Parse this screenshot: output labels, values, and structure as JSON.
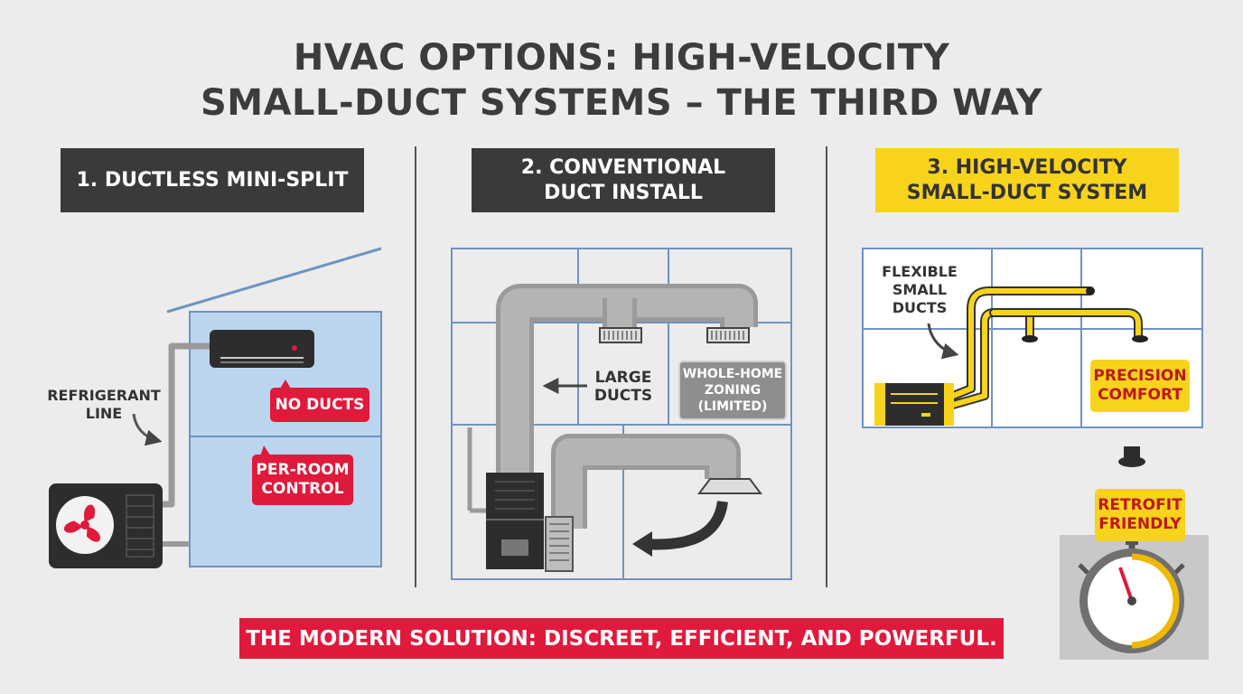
{
  "title": {
    "line1": "HVAC OPTIONS: HIGH-VELOCITY",
    "line2": "SMALL-DUCT SYSTEMS – THE THIRD WAY"
  },
  "panels": [
    {
      "header": "1. DUCTLESS MINI-SPLIT",
      "labels": {
        "refrigerant_line": "REFRIGERANT\nLINE"
      },
      "badges": {
        "no_ducts": "NO DUCTS",
        "per_room": "PER-ROOM\nCONTROL"
      }
    },
    {
      "header": "2. CONVENTIONAL\nDUCT INSTALL",
      "labels": {
        "large_ducts": "LARGE\nDUCTS"
      },
      "badges": {
        "zoning": "WHOLE-HOME\nZONING\n(LIMITED)"
      }
    },
    {
      "header": "3. HIGH-VELOCITY\nSMALL-DUCT SYSTEM",
      "labels": {
        "flexible": "FLEXIBLE\nSMALL\nDUCTS"
      },
      "badges": {
        "precision": "PRECISION\nCOMFORT",
        "retrofit": "RETROFIT\nFRIENDLY"
      }
    }
  ],
  "footer": "THE MODERN SOLUTION: DISCREET, EFFICIENT, AND POWERFUL.",
  "colors": {
    "accent_red": "#e01a3c",
    "accent_yellow": "#f7d31c",
    "dark": "#3a3a3a",
    "blueprint": "#6f93c3",
    "duct_grey": "#9a9a9a"
  },
  "icons": [
    "fan-icon",
    "air-handler-icon",
    "furnace-icon",
    "gauge-icon",
    "outlet-icon"
  ]
}
